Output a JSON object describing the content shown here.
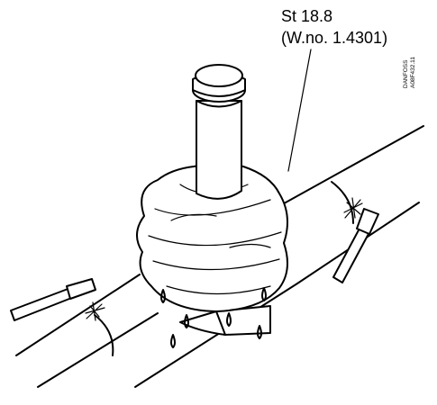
{
  "labels": {
    "material": "St 18.8",
    "material_number": "(W.no. 1.4301)"
  },
  "drawing_code": {
    "line1": "DANFOSS",
    "line2": "A08F432.11"
  }
}
